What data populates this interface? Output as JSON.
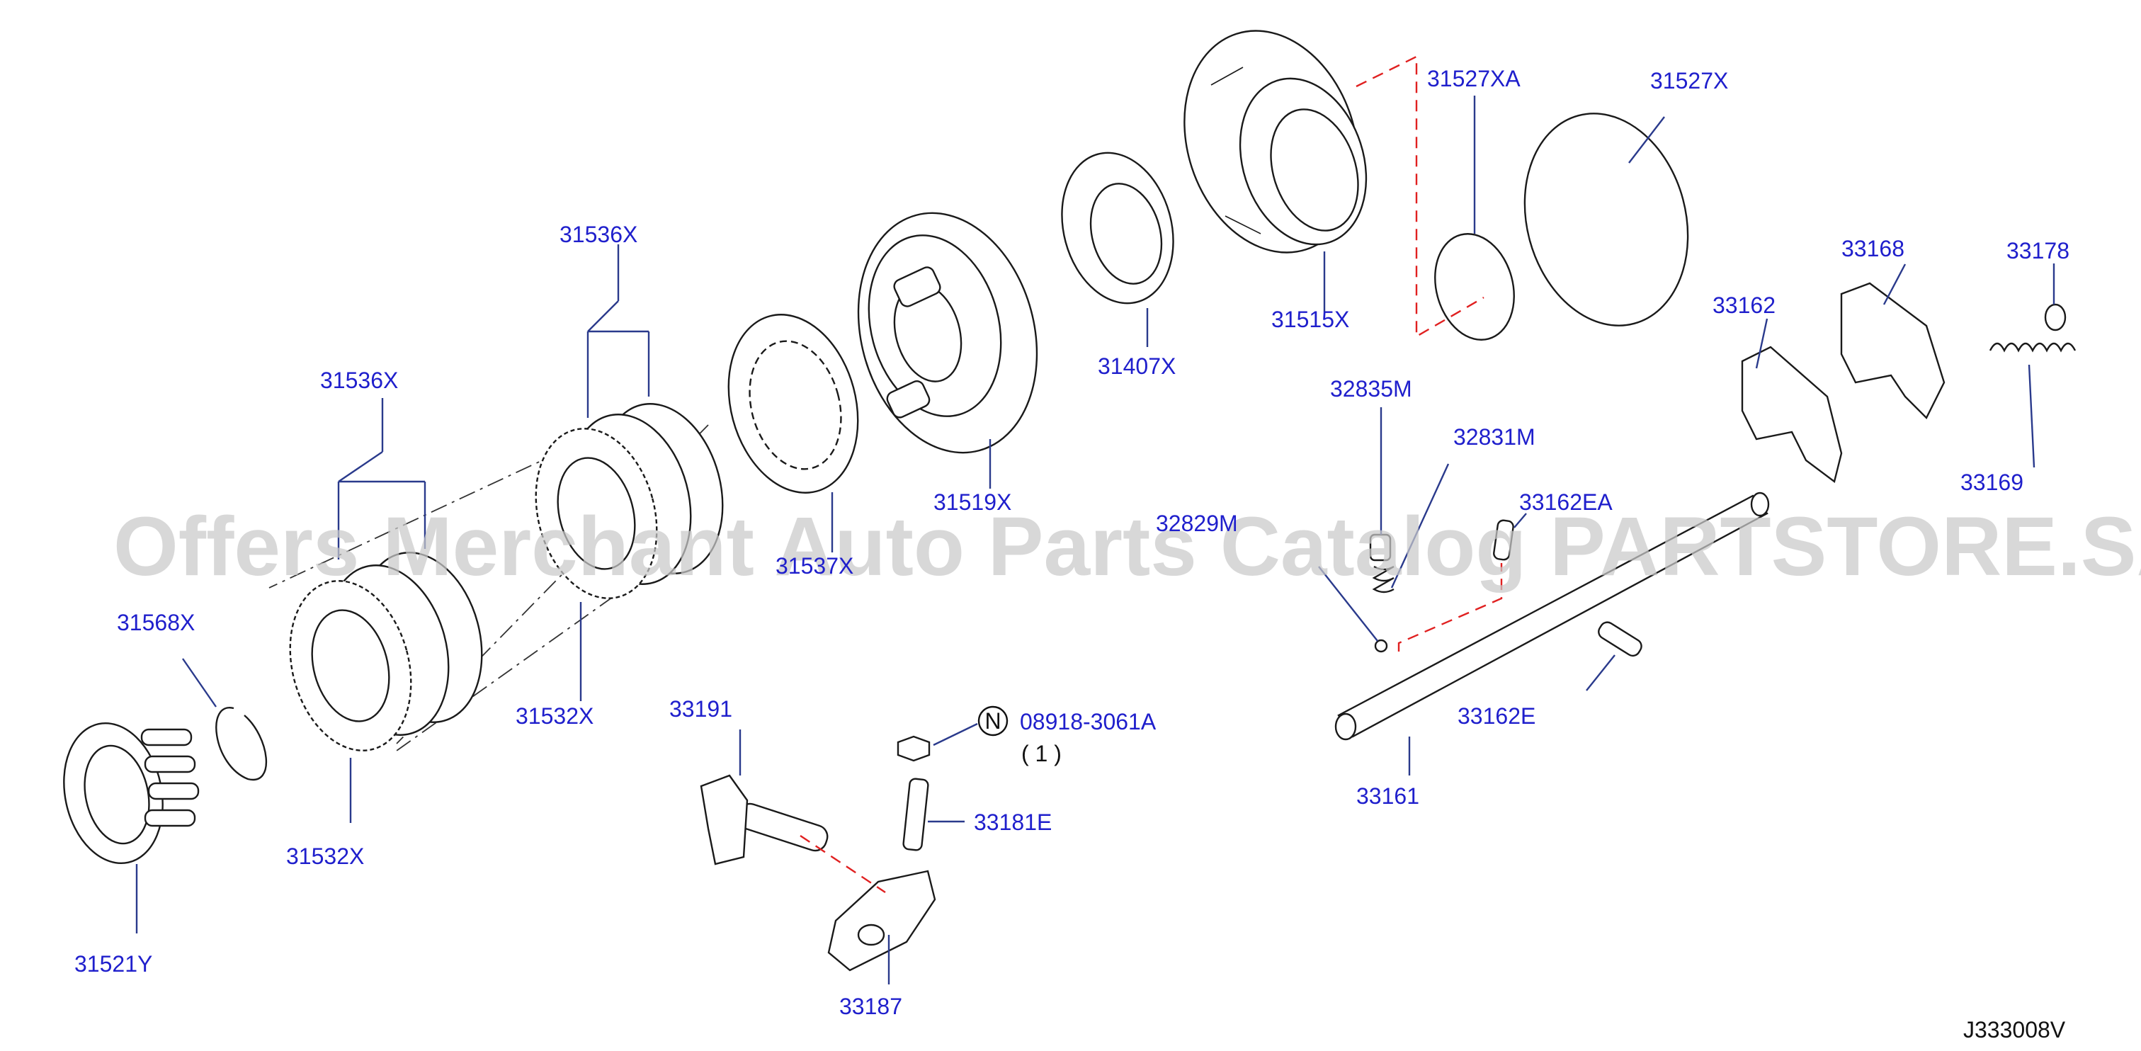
{
  "callouts": [
    {
      "id": "31527XA",
      "text": "31527XA"
    },
    {
      "id": "31527X",
      "text": "31527X"
    },
    {
      "id": "31515X",
      "text": "31515X"
    },
    {
      "id": "31407X",
      "text": "31407X"
    },
    {
      "id": "31519X",
      "text": "31519X"
    },
    {
      "id": "31536X_top",
      "text": "31536X"
    },
    {
      "id": "31536X_left",
      "text": "31536X"
    },
    {
      "id": "31537X",
      "text": "31537X"
    },
    {
      "id": "31532X_mid",
      "text": "31532X"
    },
    {
      "id": "31532X_low",
      "text": "31532X"
    },
    {
      "id": "31568X",
      "text": "31568X"
    },
    {
      "id": "31521Y",
      "text": "31521Y"
    },
    {
      "id": "33191",
      "text": "33191"
    },
    {
      "id": "08918-3061A",
      "text": "08918-3061A"
    },
    {
      "id": "08918-qty",
      "text": "( 1 )"
    },
    {
      "id": "33181E",
      "text": "33181E"
    },
    {
      "id": "33187",
      "text": "33187"
    },
    {
      "id": "32835M",
      "text": "32835M"
    },
    {
      "id": "32831M",
      "text": "32831M"
    },
    {
      "id": "32829M",
      "text": "32829M"
    },
    {
      "id": "33162EA",
      "text": "33162EA"
    },
    {
      "id": "33162E",
      "text": "33162E"
    },
    {
      "id": "33161",
      "text": "33161"
    },
    {
      "id": "33162",
      "text": "33162"
    },
    {
      "id": "33168",
      "text": "33168"
    },
    {
      "id": "33178",
      "text": "33178"
    },
    {
      "id": "33169",
      "text": "33169"
    }
  ],
  "symbols": {
    "note_marker": "N"
  },
  "watermark": "Offers Merchant Auto Parts Catalog PARTSTORE.SA",
  "figure_id": "J333008V",
  "colors": {
    "label_blue": "#1f1fcc",
    "leader_line": "#2a3a8c",
    "hidden_line": "#e02020",
    "watermark": "#c9c9c9"
  }
}
